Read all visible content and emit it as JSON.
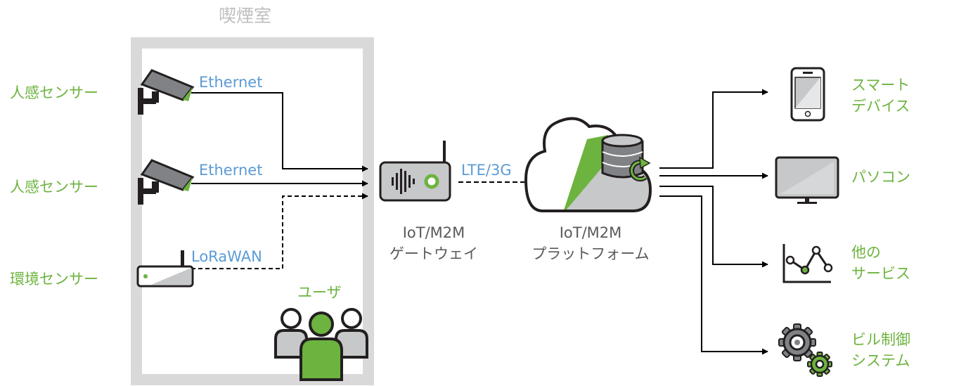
{
  "room": {
    "title": "喫煙室"
  },
  "sensors": [
    {
      "label": "人感センサー",
      "link": "Ethernet",
      "icon": "camera-icon"
    },
    {
      "label": "人感センサー",
      "link": "Ethernet",
      "icon": "camera-icon"
    },
    {
      "label": "環境センサー",
      "link": "LoRaWAN",
      "icon": "sensor-box-icon"
    }
  ],
  "user": {
    "label": "ユーザ",
    "icon": "users-icon"
  },
  "gateway": {
    "line1": "IoT/M2M",
    "line2": "ゲートウェイ",
    "icon": "router-icon"
  },
  "backhaul": {
    "label": "LTE/3G"
  },
  "platform": {
    "line1": "IoT/M2M",
    "line2": "プラットフォーム",
    "icon": "cloud-database-icon"
  },
  "outputs": [
    {
      "line1": "スマート",
      "line2": "デバイス",
      "icon": "smartphone-icon"
    },
    {
      "line1": "パソコン",
      "line2": "",
      "icon": "monitor-icon"
    },
    {
      "line1": "他の",
      "line2": "サービス",
      "icon": "line-graph-icon"
    },
    {
      "line1": "ビル制御",
      "line2": "システム",
      "icon": "gears-icon"
    }
  ],
  "colors": {
    "label_green": "#6db33f",
    "link_blue": "#5b9bd5",
    "room_border": "#d9d9d9",
    "icon_gray": "#808285",
    "icon_dark": "#231f20"
  }
}
